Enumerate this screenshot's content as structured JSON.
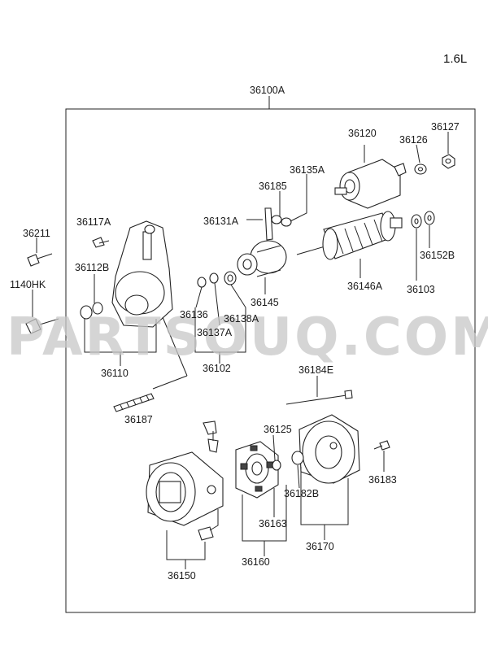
{
  "engine_label": "1.6L",
  "watermark": "PARTSOUQ.COM",
  "assembly_label": "36100A",
  "parts": {
    "p36120": "36120",
    "p36126": "36126",
    "p36127": "36127",
    "p36135A": "36135A",
    "p36185": "36185",
    "p36131A": "36131A",
    "p36117A": "36117A",
    "p36211": "36211",
    "p36112B": "36112B",
    "p1140HK": "1140HK",
    "p36146A": "36146A",
    "p36152B": "36152B",
    "p36103": "36103",
    "p36145": "36145",
    "p36136": "36136",
    "p36138A": "36138A",
    "p36137A": "36137A",
    "p36110": "36110",
    "p36102": "36102",
    "p36184E": "36184E",
    "p36187": "36187",
    "p36125": "36125",
    "p36183": "36183",
    "p36182B": "36182B",
    "p36163": "36163",
    "p36170": "36170",
    "p36160": "36160",
    "p36150": "36150"
  }
}
